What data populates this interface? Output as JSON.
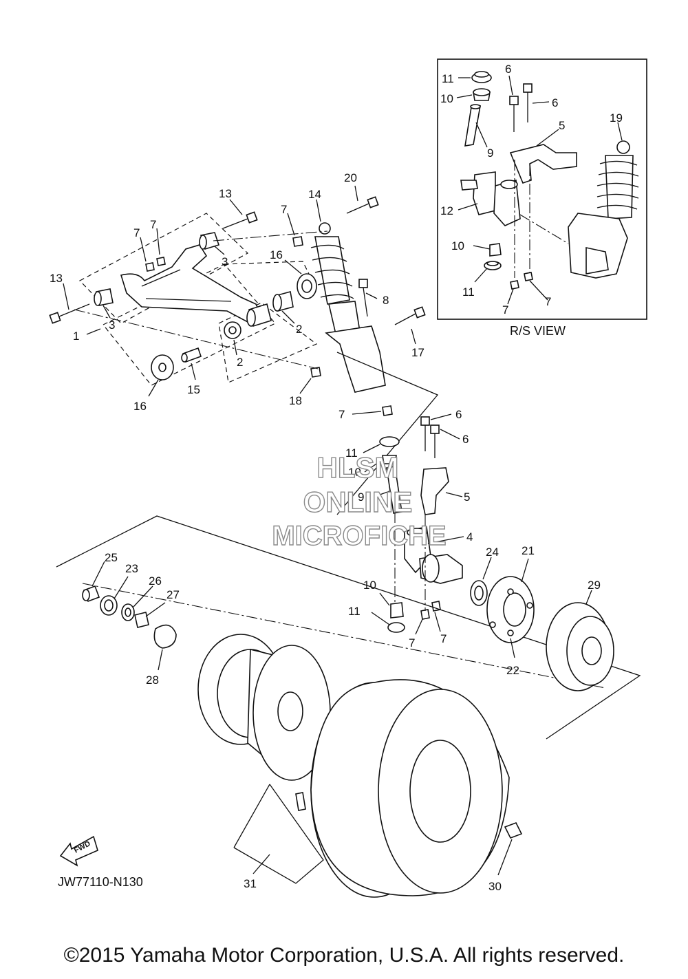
{
  "diagram": {
    "part_code": "JW77110-N130",
    "inset_caption": "R/S VIEW",
    "fwd_label": "FWD",
    "watermark": [
      "HLSM",
      "ONLINE",
      "MICROFICHE"
    ],
    "copyright": "©2015 Yamaha Motor Corporation, U.S.A. All rights reserved."
  },
  "callouts": {
    "inset": [
      "11",
      "10",
      "6",
      "6",
      "5",
      "9",
      "19",
      "12",
      "10",
      "11",
      "7",
      "7"
    ],
    "upper": [
      "13",
      "7",
      "7",
      "3",
      "13",
      "3",
      "1",
      "14",
      "20",
      "7",
      "16",
      "2",
      "2",
      "8",
      "17",
      "16",
      "15",
      "18",
      "7"
    ],
    "knuckle": [
      "6",
      "6",
      "11",
      "10",
      "9",
      "5",
      "4",
      "10",
      "11",
      "7",
      "7"
    ],
    "wheel": [
      "25",
      "23",
      "26",
      "27",
      "28",
      "24",
      "21",
      "29",
      "22",
      "31",
      "30"
    ]
  }
}
